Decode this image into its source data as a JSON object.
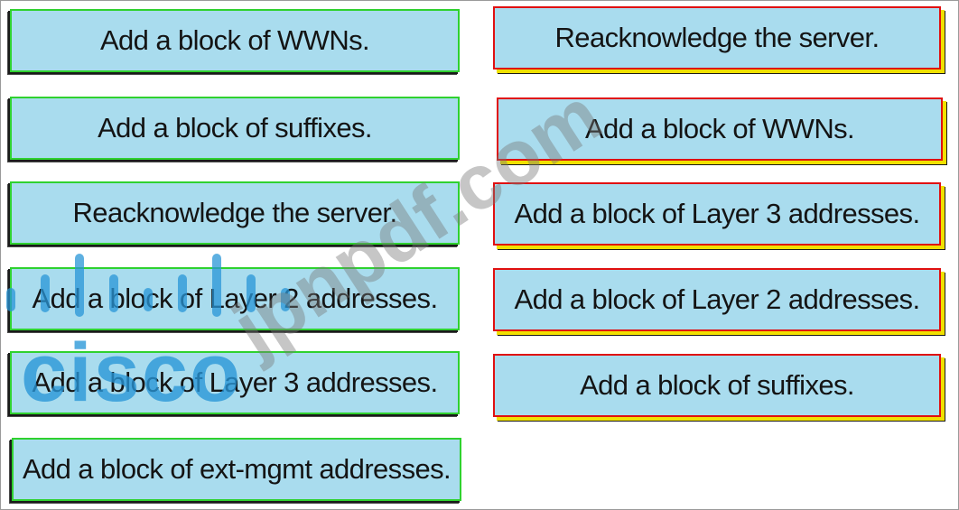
{
  "source_options": [
    {
      "label": "Add a block of WWNs."
    },
    {
      "label": "Add a block of suffixes."
    },
    {
      "label": "Reacknowledge the server."
    },
    {
      "label": "Add a block of Layer 2 addresses."
    },
    {
      "label": "Add a block of  Layer 3 addresses."
    },
    {
      "label": "Add a block of ext-mgmt addresses."
    }
  ],
  "answer_slots": [
    {
      "label": "Reacknowledge the server."
    },
    {
      "label": "Add a block of WWNs."
    },
    {
      "label": "Add a block of  Layer 3 addresses."
    },
    {
      "label": "Add a block of Layer 2 addresses."
    },
    {
      "label": "Add a block of suffixes."
    }
  ],
  "watermark": {
    "text": "jpnpdf.com"
  },
  "logo": {
    "text": "cisco",
    "color": "#2a96d7"
  },
  "colors": {
    "box_fill": "#a9dcee",
    "source_border": "#2fd12f",
    "target_border": "#e01010",
    "target_shadow": "#f0e000"
  }
}
